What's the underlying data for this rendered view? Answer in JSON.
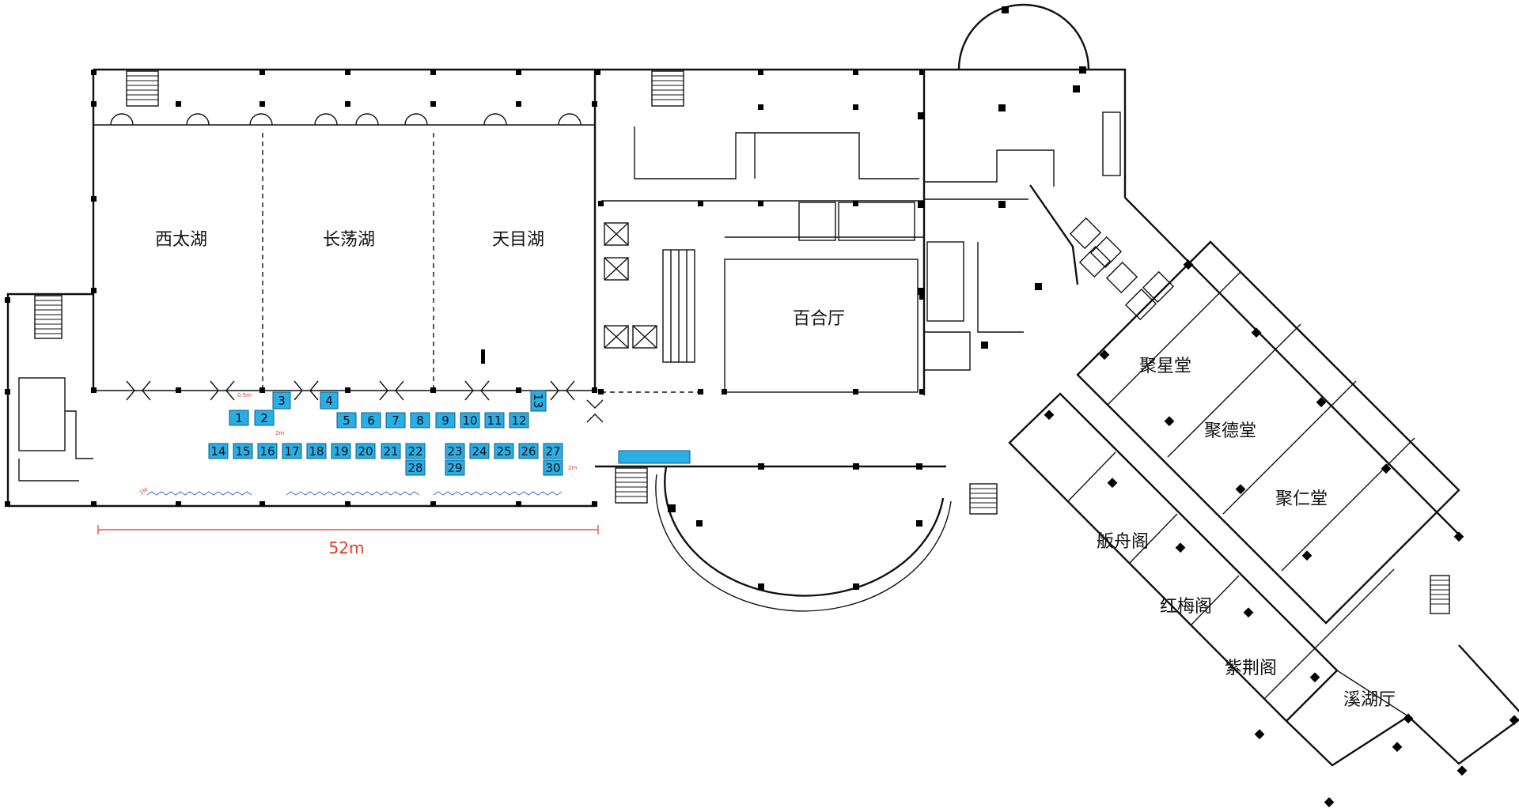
{
  "rooms": [
    {
      "id": "xitaihu",
      "label": "西太湖"
    },
    {
      "id": "changdanghu",
      "label": "长荡湖"
    },
    {
      "id": "tianmuhu",
      "label": "天目湖"
    },
    {
      "id": "baiheting",
      "label": "百合厅"
    },
    {
      "id": "juxingtang",
      "label": "聚星堂"
    },
    {
      "id": "judetang",
      "label": "聚德堂"
    },
    {
      "id": "jurentang",
      "label": "聚仁堂"
    },
    {
      "id": "fanzhouge",
      "label": "舨舟阁"
    },
    {
      "id": "hongmeige",
      "label": "红梅阁"
    },
    {
      "id": "zijingge",
      "label": "紫荆阁"
    },
    {
      "id": "xihuting",
      "label": "溪湖厅"
    }
  ],
  "booths": [
    {
      "n": "1"
    },
    {
      "n": "2"
    },
    {
      "n": "3"
    },
    {
      "n": "4"
    },
    {
      "n": "5"
    },
    {
      "n": "6"
    },
    {
      "n": "7"
    },
    {
      "n": "8"
    },
    {
      "n": "9"
    },
    {
      "n": "10"
    },
    {
      "n": "11"
    },
    {
      "n": "12"
    },
    {
      "n": "13"
    },
    {
      "n": "14"
    },
    {
      "n": "15"
    },
    {
      "n": "16"
    },
    {
      "n": "17"
    },
    {
      "n": "18"
    },
    {
      "n": "19"
    },
    {
      "n": "20"
    },
    {
      "n": "21"
    },
    {
      "n": "22"
    },
    {
      "n": "23"
    },
    {
      "n": "24"
    },
    {
      "n": "25"
    },
    {
      "n": "26"
    },
    {
      "n": "27"
    },
    {
      "n": "28"
    },
    {
      "n": "29"
    },
    {
      "n": "30"
    }
  ],
  "annotations": {
    "gap_small_a": "0.5m",
    "gap_small_b": "2m",
    "gap_small_c": "2m",
    "edge_mark": "1M"
  },
  "scale": {
    "label": "52m"
  },
  "colors": {
    "booth": "#29aee6",
    "scale": "#e8574b",
    "wall": "#111111"
  }
}
